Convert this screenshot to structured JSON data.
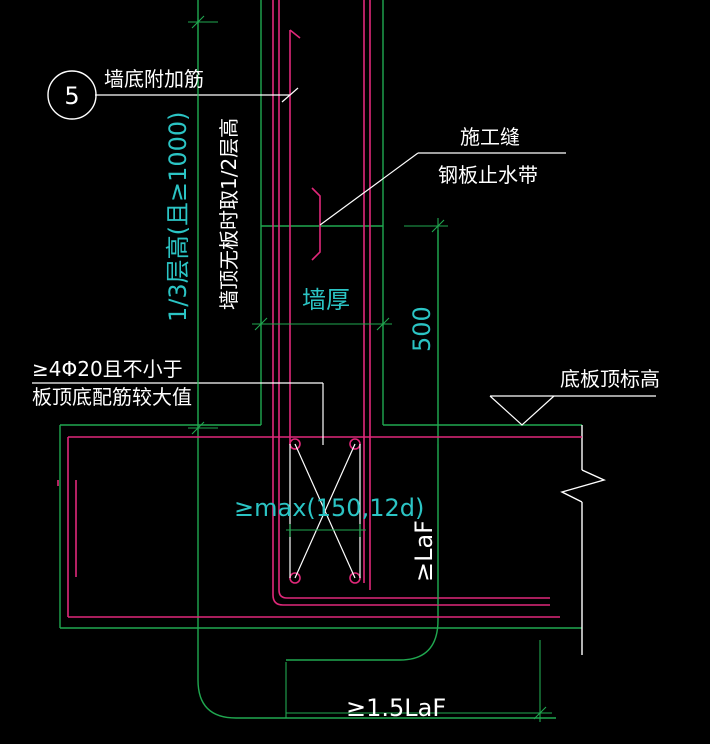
{
  "drawing": {
    "background": "#000000",
    "colors": {
      "wall_lines": "#20a850",
      "rebar": "#e0287a",
      "leader": "#ffffff",
      "dimension": "#2bc4c4",
      "break_line": "#ffffff"
    },
    "callout_number": "5",
    "labels": {
      "wall_bottom_rebar": "墙底附加筋",
      "construction_joint": "施工缝",
      "steel_waterstop": "钢板止水带",
      "height_rule": "1/3层高(且≥1000)",
      "no_slab_rule": "墙顶无板时取1/2层高",
      "wall_thickness": "墙厚",
      "dim_500": "500",
      "rebar_rule_line1": "≥4Φ20且不小于",
      "rebar_rule_line2": "板顶底配筋较大值",
      "slab_top_elevation": "底板顶标高",
      "spacing_rule": "≥max(150,12d)",
      "anchor_laf": "≥LaF",
      "anchor_15laf": "≥1.5LaF"
    }
  }
}
